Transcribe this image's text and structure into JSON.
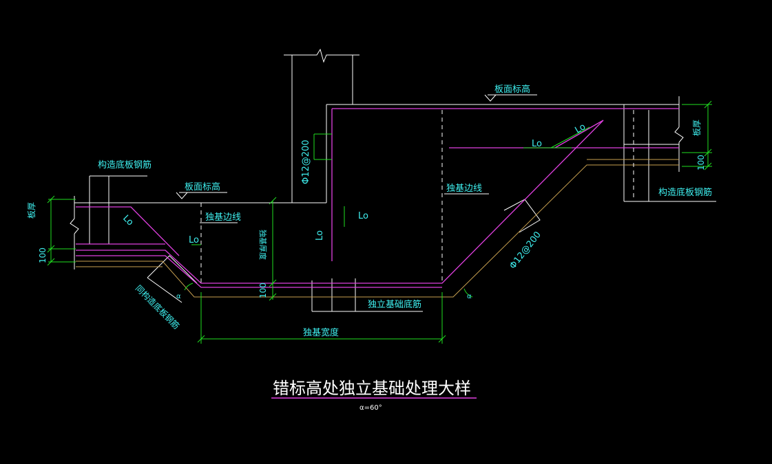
{
  "drawing": {
    "title": "错标高处独立基础处理大样",
    "subtitle": "α=60°",
    "labels": {
      "slab_top_elev_left": "板面标高",
      "slab_top_elev_right": "板面标高",
      "struct_bottom_rebar_left": "构造底板钢筋",
      "struct_bottom_rebar_right": "构造底板钢筋",
      "same_struct_bottom_rebar": "同构造底板钢筋",
      "footing_edge_left": "独基边线",
      "footing_edge_right": "独基边线",
      "footing_thickness": "独基厚度",
      "footing_bottom_rebar": "独立基础底筋",
      "footing_width": "独基宽度",
      "slab_thick_left": "板厚",
      "slab_thick_right": "板厚",
      "dim_100_left": "100",
      "dim_100_mid": "100",
      "dim_100_right": "100",
      "rebar_vertical": "Φ12@200",
      "rebar_slope": "Φ12@200",
      "lo_1": "Lo",
      "lo_2": "Lo",
      "lo_3": "Lo",
      "lo_4": "Lo",
      "lo_5": "Lo",
      "lo_6": "Lo",
      "alpha_left": "α",
      "alpha_right": "α"
    }
  },
  "colors": {
    "background": "#000000",
    "structure_line": "#ffffff",
    "rebar": "#e040e0",
    "dimension": "#20e020",
    "label": "#3ff0f0",
    "cushion": "#c8a050"
  }
}
